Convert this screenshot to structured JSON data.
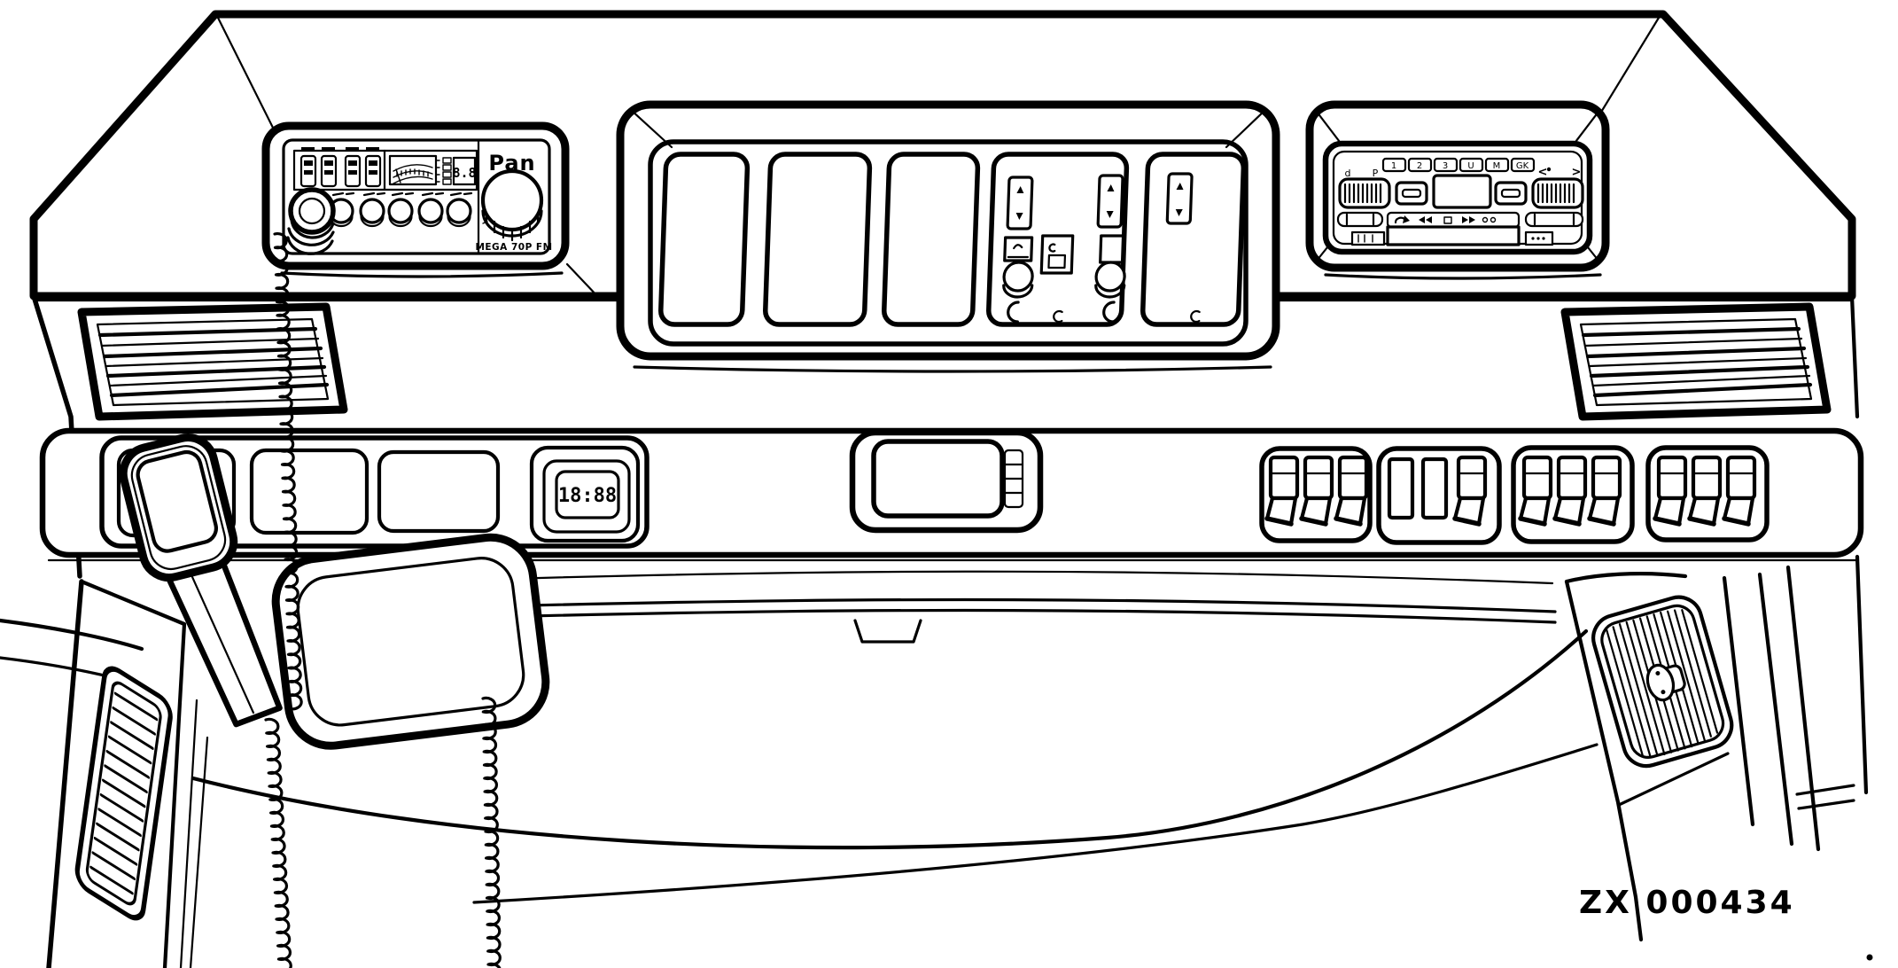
{
  "figure": {
    "code": "ZX 000434"
  },
  "cb_radio": {
    "brand": "Pan",
    "model": "MEGA 70P FM",
    "channel_display": "8.8"
  },
  "clock": {
    "display": "18:88"
  },
  "car_radio": {
    "presets": [
      "1",
      "2",
      "3",
      "U",
      "M",
      "GK"
    ],
    "wheel_left_labels": [
      "d",
      "P"
    ],
    "wheel_right_labels": [
      "<",
      ">"
    ]
  },
  "colors": {
    "ink": "#000000",
    "paper": "#ffffff"
  }
}
